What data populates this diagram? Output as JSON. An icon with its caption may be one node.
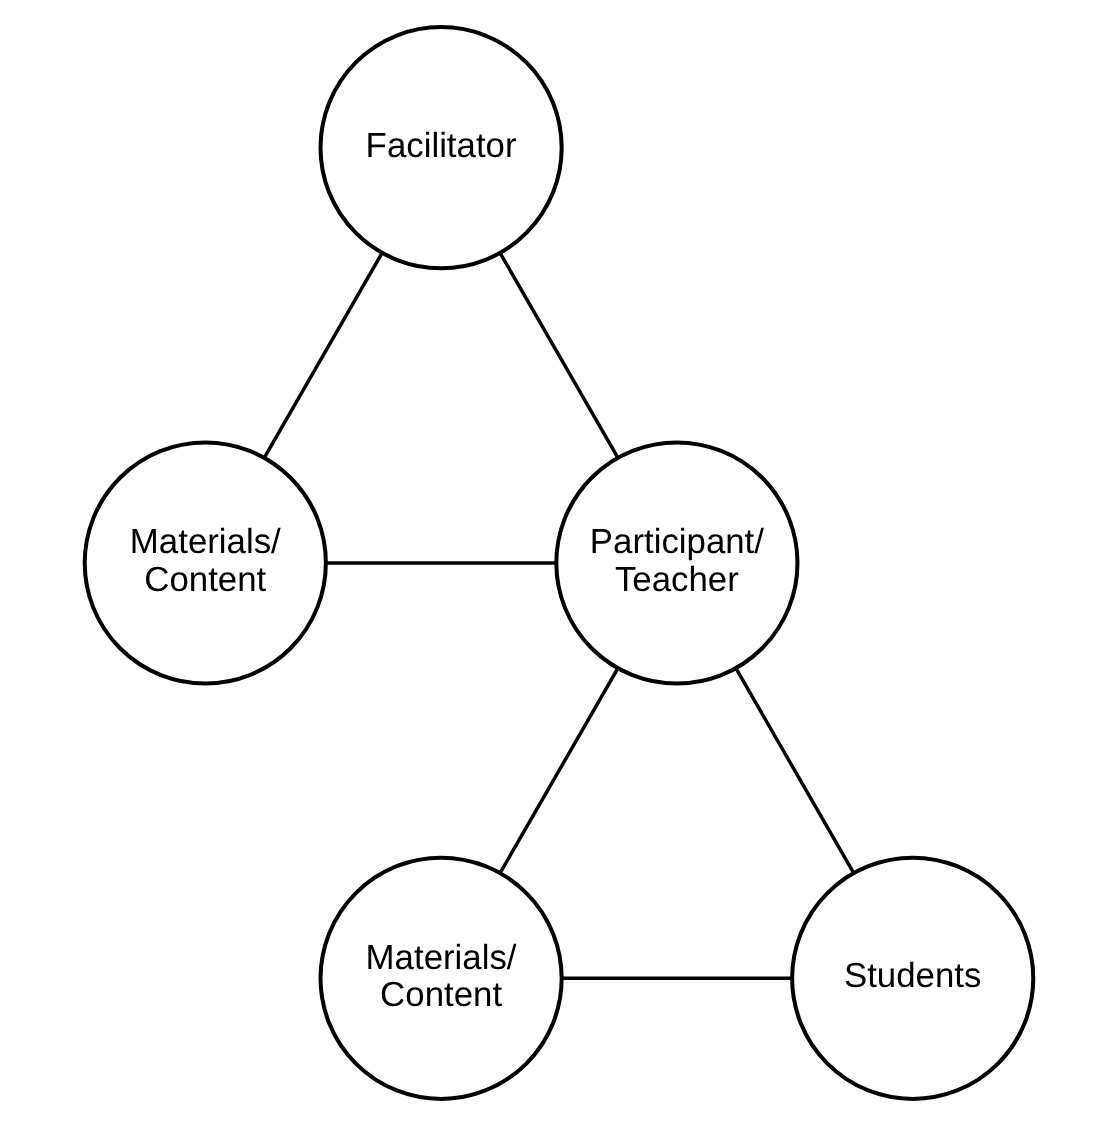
{
  "diagram": {
    "nodes": [
      {
        "text": [
          "Facilitator"
        ]
      },
      {
        "text": [
          "Materials/ Content"
        ]
      },
      {
        "text": [
          "Participant/ Teacher"
        ]
      },
      {
        "text": [
          "Materials/ Content"
        ]
      },
      {
        "text": [
          "Students"
        ]
      }
    ],
    "edges": [
      {
        "from": 0,
        "to": 1,
        "arrow": "none"
      },
      {
        "from": 0,
        "to": 2,
        "arrow": "none"
      },
      {
        "from": 1,
        "to": 2,
        "arrow": "none"
      },
      {
        "from": 2,
        "to": 3,
        "arrow": "none"
      },
      {
        "from": 2,
        "to": 4,
        "arrow": "none"
      },
      {
        "from": 3,
        "to": 4,
        "arrow": "none"
      }
    ]
  }
}
